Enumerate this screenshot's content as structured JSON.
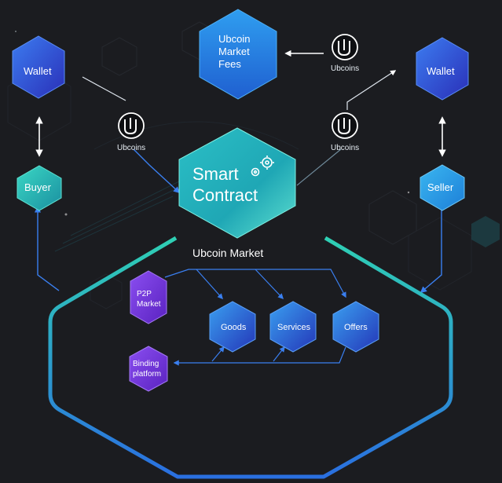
{
  "nodes": {
    "wallet_left": "Wallet",
    "wallet_right": "Wallet",
    "buyer": "Buyer",
    "seller": "Seller",
    "fees": [
      "Ubcoin",
      "Market",
      "Fees"
    ],
    "smart_contract": [
      "Smart",
      "Contract"
    ],
    "market_title": "Ubcoin Market",
    "p2p": [
      "P2P",
      "Market"
    ],
    "binding": [
      "Binding",
      "platform"
    ],
    "goods": "Goods",
    "services": "Services",
    "offers": "Offers"
  },
  "tokens": {
    "left": "Ubcoins",
    "right": "Ubcoins",
    "top": "Ubcoins"
  },
  "icons": {
    "token": "ubcoin-logo-icon",
    "gear": "gear-icon"
  },
  "colors": {
    "background": "#1b1c20",
    "blue_dark": "#2a3fc9",
    "blue_light": "#2f8fe6",
    "teal": "#2fc9b9",
    "purple": "#7b3fe0",
    "line": "#2d6fd6"
  }
}
